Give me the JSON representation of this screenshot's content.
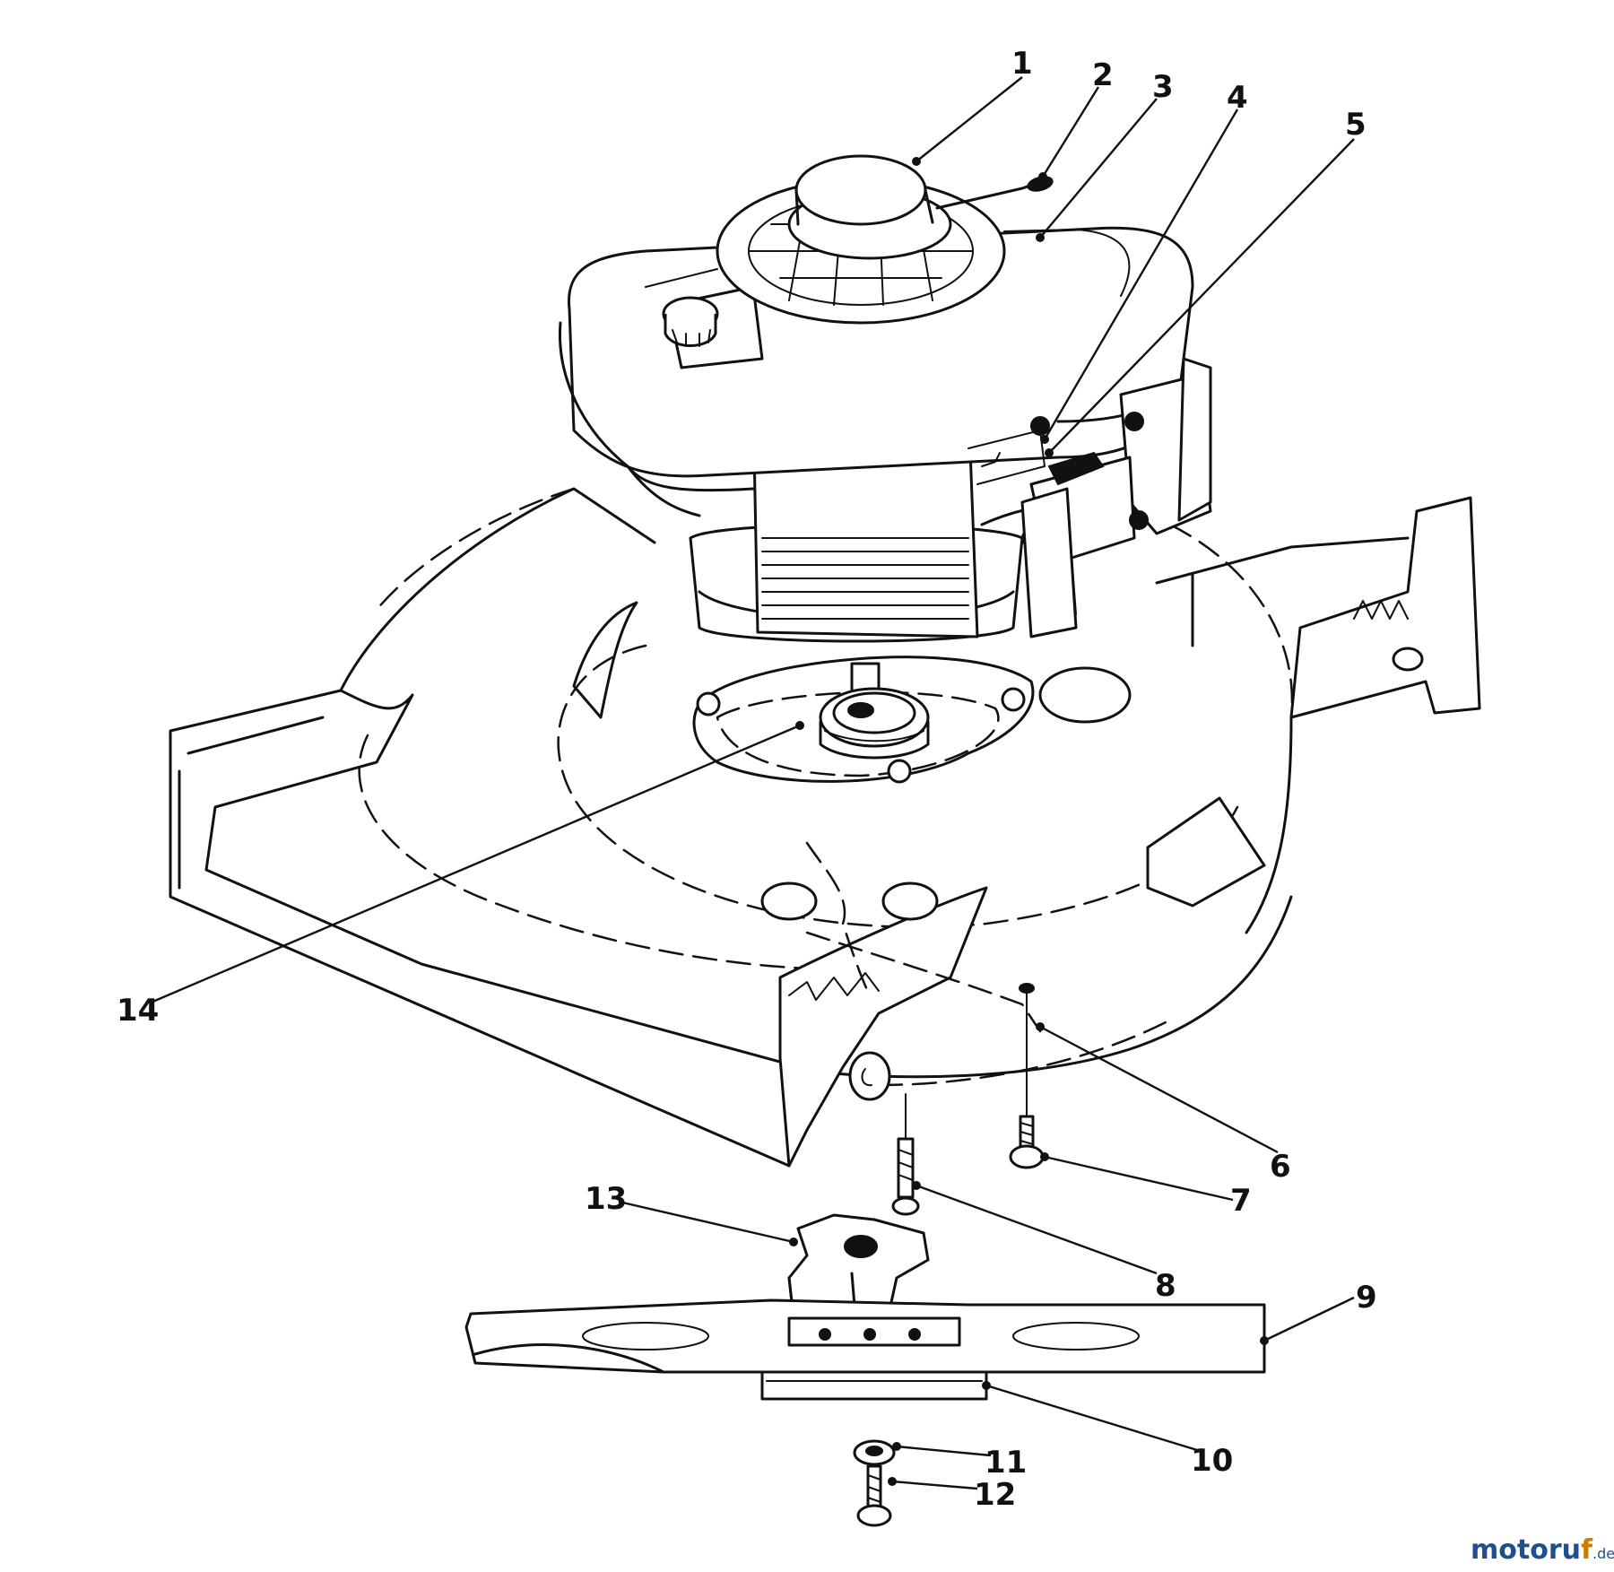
{
  "callouts": [
    {
      "label": "1"
    },
    {
      "label": "2"
    },
    {
      "label": "3"
    },
    {
      "label": "4"
    },
    {
      "label": "5"
    },
    {
      "label": "6"
    },
    {
      "label": "7"
    },
    {
      "label": "8"
    },
    {
      "label": "9"
    },
    {
      "label": "10"
    },
    {
      "label": "11"
    },
    {
      "label": "12"
    },
    {
      "label": "13"
    },
    {
      "label": "14"
    }
  ],
  "watermark": {
    "part1": "motoru",
    "part2": "f",
    "suffix": ".de"
  },
  "colors": {
    "line": "#111111",
    "background": "#ffffff",
    "watermark_blue": "#1f4f8f",
    "watermark_orange": "#d07a00"
  }
}
